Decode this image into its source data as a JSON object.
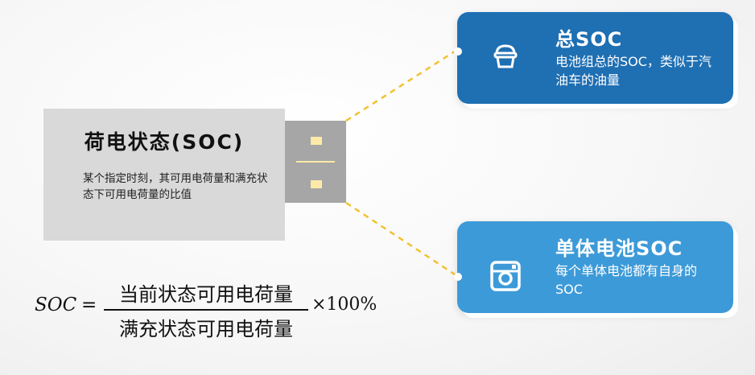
{
  "main": {
    "title": "荷电状态(SOC)",
    "description": "某个指定时刻，其可用电荷量和满充状态下可用电荷量的比值"
  },
  "cards": [
    {
      "title": "总SOC",
      "description": "电池组总的SOC，类似于汽油车的油量",
      "icon": "bucket-icon"
    },
    {
      "title": "单体电池SOC",
      "description": "每个单体电池都有自身的SOC",
      "icon": "camera-icon"
    }
  ],
  "formula": {
    "lhs": "SOC",
    "equals": "=",
    "numerator": "当前状态可用电荷量",
    "denominator": "满充状态可用电荷量",
    "multiplier": "×100%"
  },
  "colors": {
    "card_top": "#1f6fb3",
    "card_bottom": "#3d9ad8",
    "connector_line": "#f2c230",
    "main_card": "#d9d9d9",
    "connector": "#a6a6a6"
  }
}
